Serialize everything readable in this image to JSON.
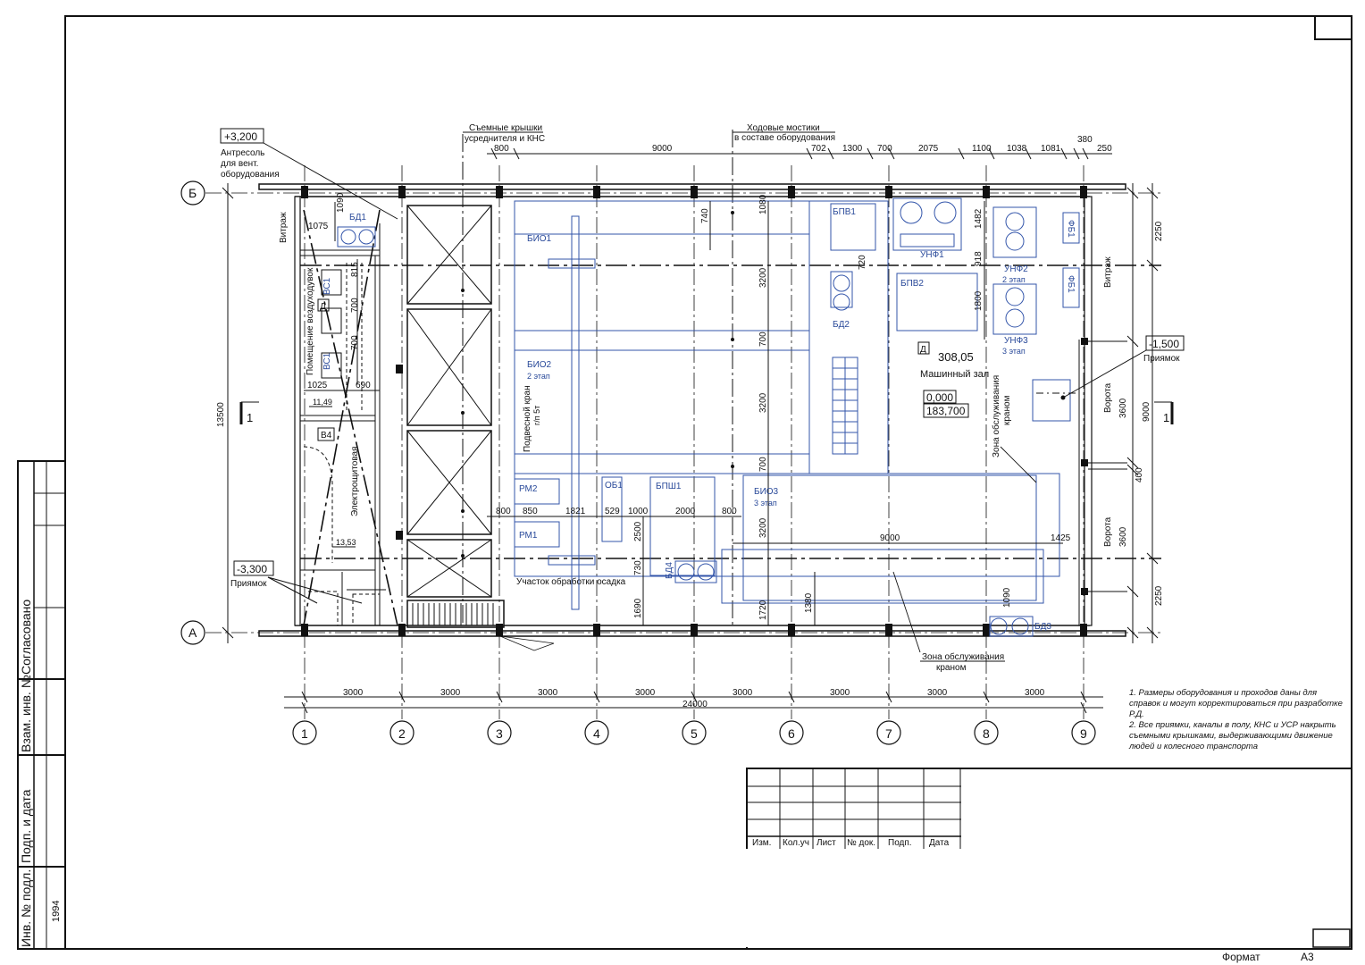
{
  "elevations": {
    "mezzanine": "+3,200",
    "pit_left": "-3,300",
    "pit_right": "-1,500",
    "zero": "0,000",
    "abs": "183,700"
  },
  "labels": {
    "mezz_desc": [
      "Антресоль",
      "для вент.",
      "оборудования"
    ],
    "pit": "Приямок",
    "covers": [
      "Съемные крышки",
      "усреднителя и КНС"
    ],
    "bridges": [
      "Ходовые мостики",
      "в составе оборудования"
    ],
    "vitrazh": "Витраж",
    "duct_room": "Помещение воздуходувок",
    "elec_room": "Электрощитовая",
    "crane": [
      "Подвесной кран",
      "г/п 5т"
    ],
    "sludge": "Участок обработки осадка",
    "crane_zone": [
      "Зона обслуживания",
      "краном"
    ],
    "machine_hall": "Машинный зал",
    "room_area": "308,05",
    "gate": "Ворота",
    "room_d": "Д",
    "room_v4": "В4",
    "area_1": "11,49",
    "area_2": "13,53",
    "section": "1"
  },
  "equipment": {
    "bd1": "БД1",
    "bd2": "БД2",
    "bd3": "БД3",
    "bd4": "БД4",
    "bio1": "БИО1",
    "bio2": [
      "БИО2",
      "2 этап"
    ],
    "bio3": [
      "БИО3",
      "3 этап"
    ],
    "bpv1": "БПВ1",
    "bpv2": "БПВ2",
    "bpsh1": "БПШ1",
    "unf1": "УНФ1",
    "unf2": [
      "УНФ2",
      "2 этап"
    ],
    "unf3": [
      "УНФ3",
      "3 этап"
    ],
    "rm1": "РМ1",
    "rm2": "РМ2",
    "ob1": "ОБ1",
    "vs1": "ВС1",
    "vs1b": "ВС1",
    "fb1": "ФБ1",
    "fb1b": "ФБ1"
  },
  "axes": {
    "columns": [
      "1",
      "2",
      "3",
      "4",
      "5",
      "6",
      "7",
      "8",
      "9"
    ],
    "rows": [
      "Б",
      "А"
    ]
  },
  "dims": {
    "top": [
      "800",
      "9000",
      "702",
      "1300",
      "700",
      "2075",
      "1100",
      "1038",
      "1081",
      "380",
      "250"
    ],
    "bays": [
      "3000",
      "3000",
      "3000",
      "3000",
      "3000",
      "3000",
      "3000",
      "3000"
    ],
    "total": "24000",
    "left_total": "13500",
    "right": [
      "2250",
      "3600",
      "400",
      "3600",
      "2250"
    ],
    "right_total": "9000",
    "inner_mid": [
      "800",
      "850",
      "1821",
      "529",
      "1000",
      "2000",
      "800"
    ],
    "inner_misc": [
      "1090",
      "1075",
      "815",
      "700",
      "700",
      "1025",
      "690",
      "740",
      "1080",
      "3200",
      "700",
      "3200",
      "700",
      "3200",
      "1720",
      "1380",
      "1482",
      "918",
      "1800",
      "720",
      "2500",
      "730",
      "1690",
      "1090",
      "1425",
      "9000"
    ]
  },
  "notes": [
    "1. Размеры оборудования и проходов даны для справок и могут корректироваться при разработке Р.Д.",
    "2. Все приямки, каналы в полу, КНС и УСР накрыть съемными крышками, выдерживающими движение людей и колесного транспорта"
  ],
  "frame": {
    "side_labels": [
      "Согласовано",
      "Взам. инв. №",
      "Подп. и дата",
      "Инв. № подл."
    ],
    "inv_no": "1994",
    "title_cols": [
      "Изм.",
      "Кол.уч",
      "Лист",
      "№ док.",
      "Подп.",
      "Дата"
    ],
    "format_label": "Формат",
    "format_value": "А3"
  }
}
